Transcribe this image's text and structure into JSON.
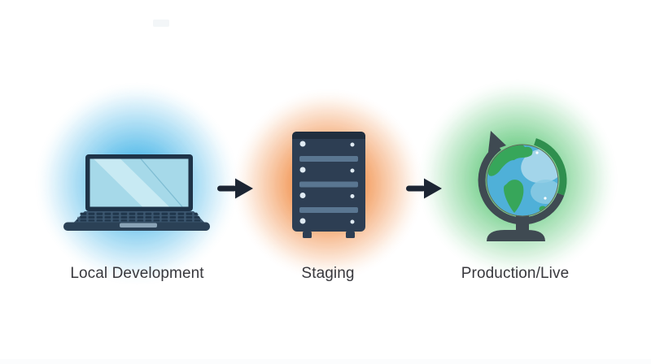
{
  "diagram": {
    "stages": [
      {
        "label": "Local Development",
        "icon": "laptop-icon",
        "glow_color": "#4cb7e8"
      },
      {
        "label": "Staging",
        "icon": "server-icon",
        "glow_color": "#f08437"
      },
      {
        "label": "Production/Live",
        "icon": "globe-icon",
        "glow_color": "#57c573"
      }
    ],
    "connectors": [
      {
        "from": "Local Development",
        "to": "Staging",
        "icon": "arrow-right-icon"
      },
      {
        "from": "Staging",
        "to": "Production/Live",
        "icon": "arrow-right-icon"
      }
    ]
  },
  "colors": {
    "background": "#ffffff",
    "text": "#38383d",
    "arrow": "#1c2533",
    "artifact": "#f3f6f8",
    "laptop_frame": "#1e3348",
    "laptop_screen": "#a6d9e9",
    "laptop_band": "#c8eaf3",
    "laptop_line": "#7fbdd3",
    "laptop_deck": "#3b566f",
    "laptop_keys": "#20364b",
    "laptop_base": "#2b4156",
    "laptop_trackpad": "#8aa3b6",
    "server_body": "#2d3e53",
    "server_bezel": "#202e3e",
    "server_bar": "#5a7691",
    "server_dot": "#dfeaf2",
    "globe_ring": "#3f4a52",
    "globe_ring_green": "#2f8f4e",
    "globe_ocean": "#4fb0d8",
    "globe_land": "#37a65a",
    "globe_patch_light": "#a3d5ea",
    "globe_patch": "#8ccbe4",
    "globe_outline": "#5f6a55",
    "globe_stand": "#3f4a52"
  }
}
